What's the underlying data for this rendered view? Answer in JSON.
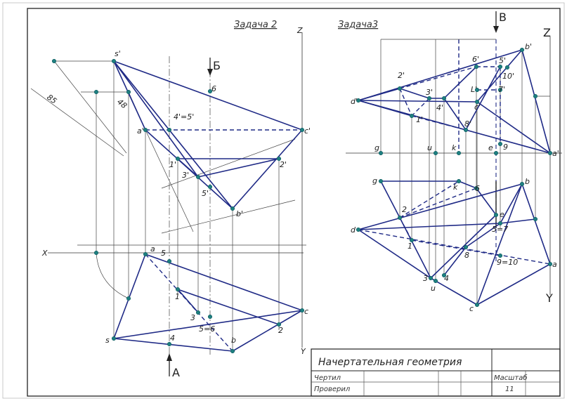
{
  "titles": {
    "task2": "Задача 2",
    "task3": "Задача3"
  },
  "view_labels": {
    "b_cyr": "Б",
    "a_cyr": "А",
    "v_cyr": "В"
  },
  "axes": {
    "z_left": "Z",
    "x_left": "X",
    "y_left": "Y",
    "z_right": "Z",
    "y_right": "Y"
  },
  "dimensions": {
    "d85": "85",
    "d48": "48"
  },
  "task2_labels": {
    "s_p": "s'",
    "a_p": "a'",
    "c_p": "c'",
    "b_p": "b'",
    "p6": "6",
    "p45p": "4'=5'",
    "p1p": "1'",
    "p2p": "2'",
    "p3p": "3'",
    "p5p": "5'",
    "a": "a",
    "s": "s",
    "c": "c",
    "b": "b",
    "n5": "5",
    "n1": "1",
    "n3": "3",
    "n56": "5=6",
    "n2": "2",
    "n4": "4"
  },
  "task3_labels": {
    "d_p": "d'",
    "b_p": "b'",
    "a_p": "a'",
    "p6p": "6'",
    "p5p": "5'",
    "p2p": "2'",
    "p3p": "3'",
    "p10p": "10'",
    "pLp": "L'",
    "p7p": "7'",
    "p4p": "4'",
    "c_p": "c'",
    "p1p": "1'",
    "p8p": "8'",
    "g_p": "g",
    "u_p": "u",
    "k_p": "k",
    "e_p": "e",
    "n9p": "9",
    "g": "g",
    "k": "k",
    "n6": "6",
    "b": "b",
    "n2": "2",
    "e": "e",
    "d": "d",
    "n57": "5=7",
    "n1": "1",
    "n8": "8",
    "n910": "9=10",
    "a": "a",
    "n3": "3",
    "u": "u",
    "n4": "4",
    "c": "c"
  },
  "title_block": {
    "name": "Начертательная геометрия",
    "drew": "Чертил",
    "checked": "Проверил",
    "scale_label": "Масштаб",
    "sheet": "11"
  }
}
